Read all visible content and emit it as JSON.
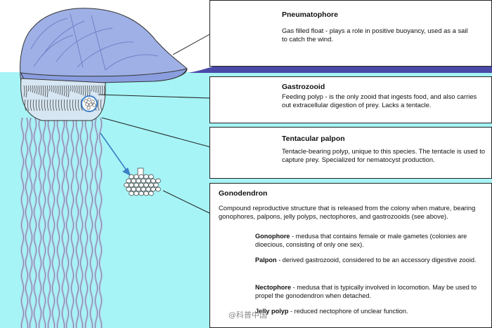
{
  "pneumatophore": {
    "title": "Pneumatophore",
    "desc": "Gas filled float - plays a role in positive buoyancy, used as a sail to catch the wind."
  },
  "gastrozooid": {
    "title": "Gastrozooid",
    "desc": "Feeding polyp - is the only zooid that ingests food, and also carries out extracellular digestion of prey. Lacks a tentacle."
  },
  "palpon_tentacular": {
    "title": "Tentacular palpon",
    "desc": "Tentacle-bearing polyp, unique to this species. The tentacle is used to capture prey. Specialized for nematocyst production."
  },
  "gonodendron": {
    "title": "Gonodendron",
    "desc": "Compound reproductive structure that is released from the colony when mature, bearing gonophores, palpons, jelly polyps, nectophores, and gastrozooids (see above).",
    "items": [
      {
        "name": "Gonophore",
        "desc": " - medusa that contains female or male gametes (colonies are dioecious, consisting of only one sex)."
      },
      {
        "name": "Palpon",
        "desc": " - derived gastrozooid, considered to be an accessory digestive zooid."
      },
      {
        "name": "Nectophore",
        "desc": " - medusa that is typically involved in locomotion. May be used to propel the gonodendron when detached."
      },
      {
        "name": "Jelly polyp",
        "desc": " - reduced nectophore of unclear function."
      }
    ]
  },
  "watermark": "@科普中国",
  "colors": {
    "sea": "#a6f4f6",
    "float": "#9fb0e6",
    "float_dark": "#6f82c8",
    "wave": "#4a4aa8",
    "tentacle": "#b9cbe6",
    "arrow": "#3d7fc6"
  }
}
